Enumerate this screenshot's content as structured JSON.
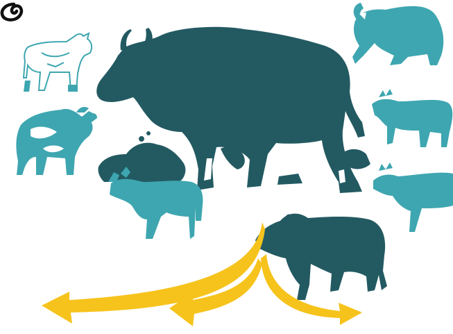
{
  "colors": {
    "dark_teal": "#235a62",
    "light_teal": "#3ea6b0",
    "arrow_yellow": "#f6c31c",
    "background": "#ffffff",
    "logo": "#111111"
  },
  "icons": {
    "logo": "spiral-logo-icon",
    "arrows": "curved-arrow-icon"
  },
  "figures": [
    "gaur-silhouette",
    "zebu-silhouette",
    "banteng-silhouette",
    "gayal-silhouette",
    "cattle-silhouette",
    "yak-silhouette",
    "vegetation"
  ]
}
